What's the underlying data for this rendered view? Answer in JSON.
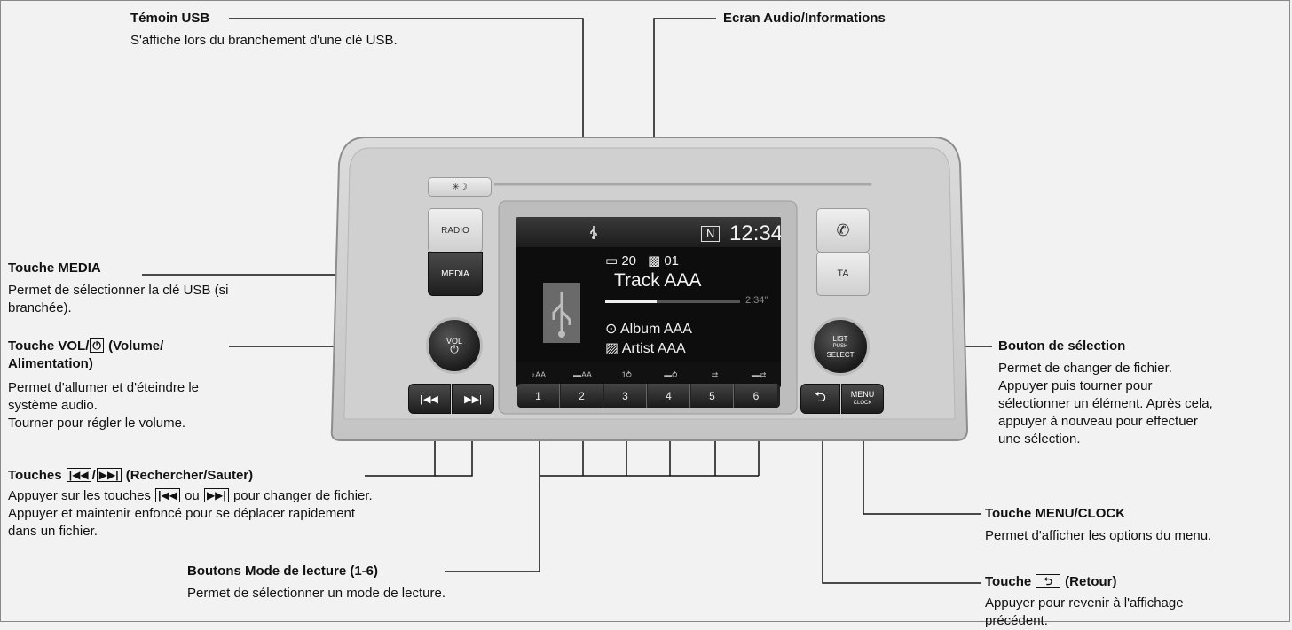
{
  "callouts": {
    "usb_indicator": {
      "title": "Témoin USB",
      "desc": [
        "S'affiche lors du branchement d'une clé USB."
      ]
    },
    "audio_screen": {
      "title": "Ecran Audio/Informations"
    },
    "media_button": {
      "title": "Touche MEDIA",
      "desc": [
        "Permet de sélectionner la clé USB (si",
        "branchée)."
      ]
    },
    "vol_knob": {
      "title_pre": "Touche VOL/",
      "title_icon": "⏻",
      "title_post": " (Volume/",
      "title_line2": "Alimentation)",
      "desc": [
        "Permet d'allumer et d'éteindre le",
        "système audio.",
        "Tourner pour régler le volume."
      ]
    },
    "seek_skip": {
      "title_icon_prev": "|◀◀",
      "title_sep": "/",
      "title_icon_next": "▶▶|",
      "title_post": " (Rechercher/Sauter)",
      "desc1_pre": "Appuyer sur les touches ",
      "desc1_mid": " ou ",
      "desc1_post": " pour changer de fichier.",
      "desc": [
        "Appuyer et maintenir enfoncé pour se déplacer rapidement",
        "dans un fichier."
      ]
    },
    "play_mode": {
      "title": "Boutons Mode de lecture (1-6)",
      "desc": [
        "Permet de sélectionner un mode de lecture."
      ]
    },
    "selector_knob": {
      "title": "Bouton de sélection",
      "desc": [
        "Permet de changer de fichier.",
        "Appuyer puis tourner pour",
        "sélectionner un élément. Après cela,",
        "appuyer à nouveau pour effectuer",
        "une sélection."
      ]
    },
    "menu_clock": {
      "title": "Touche MENU/CLOCK",
      "desc": [
        "Permet d'afficher les options du menu."
      ]
    },
    "back_button": {
      "title_pre": "Touche ",
      "title_icon": "⮌",
      "title_post": " (Retour)",
      "desc": [
        "Appuyer pour revenir à l'affichage",
        "précédent."
      ]
    }
  },
  "head_unit": {
    "day_night_icon": "☀☾",
    "day_night_label": "✳☽",
    "radio_label": "RADIO",
    "media_label": "MEDIA",
    "vol_label": "VOL",
    "vol_icon": "⏻",
    "prev_label": "|◀◀",
    "next_label": "▶▶|",
    "phone_icon": "✆",
    "ta_label": "TA",
    "list_label": [
      "LIST",
      "PUSH",
      "SELECT"
    ],
    "back_label": "⮌",
    "menu_label": "MENU",
    "clock_label": "CLOCK",
    "presets": [
      "1",
      "2",
      "3",
      "4",
      "5",
      "6"
    ]
  },
  "screen": {
    "usb_icon": "usb-icon",
    "tag": "N",
    "clock": "12:34",
    "folder_num": "20",
    "track_num": "01",
    "track": "Track AAA",
    "time": "2:34\"",
    "album": "Album AAA",
    "artist": "Artist AAA",
    "mode_icons": [
      "♪AA",
      "▬AA",
      "1⥁",
      "▬⥁",
      "⇄",
      "▬⇄"
    ]
  }
}
